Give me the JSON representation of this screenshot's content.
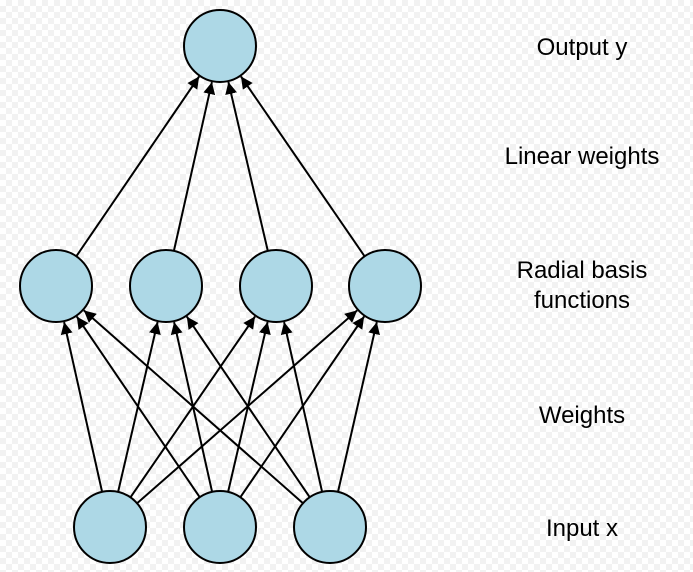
{
  "diagram": {
    "layers": [
      {
        "id": "output",
        "label": [
          "Output y"
        ],
        "node_count": 1
      },
      {
        "id": "linear-weights",
        "label": [
          "Linear weights"
        ],
        "node_count": 0
      },
      {
        "id": "rbf",
        "label": [
          "Radial basis",
          "functions"
        ],
        "node_count": 4
      },
      {
        "id": "weights",
        "label": [
          "Weights"
        ],
        "node_count": 0
      },
      {
        "id": "input",
        "label": [
          "Input x"
        ],
        "node_count": 3
      }
    ],
    "connections": "input nodes fully connected to radial basis nodes; radial basis nodes all connected to output node",
    "node_fill": "#add8e6",
    "node_stroke": "#000000",
    "edge_color": "#000000"
  }
}
